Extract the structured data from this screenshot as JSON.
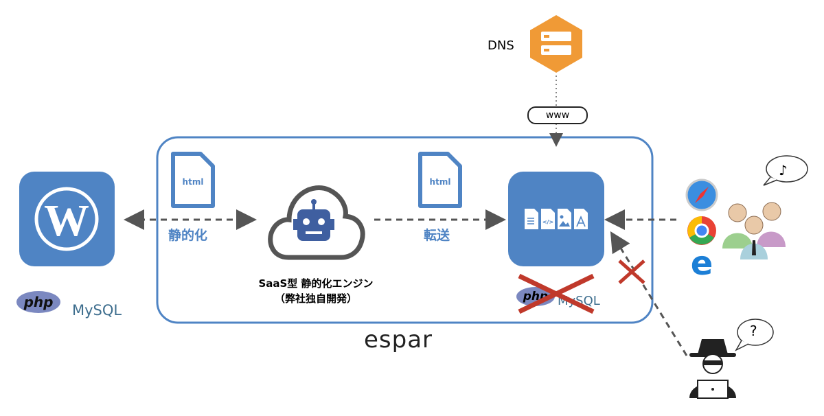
{
  "dns": {
    "label": "DNS"
  },
  "www": {
    "label": "www"
  },
  "origin": {
    "php": "php",
    "mysql": "MySQL"
  },
  "engine": {
    "doc1": "html",
    "doc2": "html",
    "step1": "静的化",
    "step2": "転送",
    "title_line1": "SaaS型 静的化エンジン",
    "title_line2": "（弊社独自開発）"
  },
  "hosting": {
    "php": "php",
    "mysql": "MySQL"
  },
  "brand": {
    "name": "espar"
  },
  "bubbles": {
    "users": "♪",
    "attacker": "?"
  },
  "colors": {
    "blue": "#4f84c4",
    "orange": "#f09a36",
    "red": "#c0392b",
    "arrow": "#555555"
  }
}
